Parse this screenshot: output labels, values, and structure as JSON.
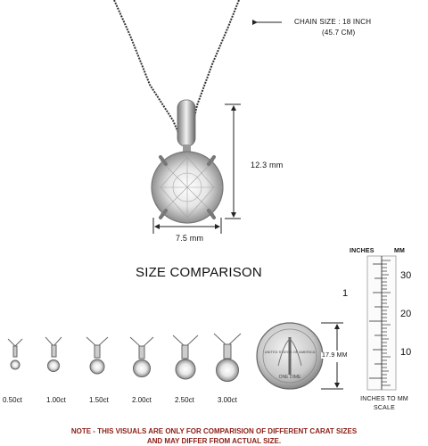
{
  "chain": {
    "label_line1": "CHAIN SIZE : 18 INCH",
    "label_line2": "(45.7 CM)"
  },
  "pendant": {
    "height_label": "12.3 mm",
    "width_label": "7.5 mm"
  },
  "size_comparison": {
    "title": "SIZE COMPARISON",
    "items": [
      {
        "label": "0.50ct"
      },
      {
        "label": "1.00ct"
      },
      {
        "label": "1.50ct"
      },
      {
        "label": "2.00ct"
      },
      {
        "label": "2.50ct"
      },
      {
        "label": "3.00ct"
      }
    ]
  },
  "coin": {
    "diameter_label": "17.9 MM",
    "text_top": "UNITED STATES OF AMERICA",
    "text_bottom": "ONE DIME"
  },
  "ruler": {
    "header_inches": "INCHES",
    "header_mm": "MM",
    "inch_ticks": [
      "1",
      "|"
    ],
    "mm_ticks": [
      "30",
      "20",
      "10"
    ],
    "caption_line1": "INCHES TO MM",
    "caption_line2": "SCALE"
  },
  "note": {
    "line1": "NOTE - THIS VISUALS ARE ONLY FOR COMPARISION OF DIFFERENT CARAT SIZES",
    "line2": "AND MAY DIFFER FROM ACTUAL SIZE."
  }
}
